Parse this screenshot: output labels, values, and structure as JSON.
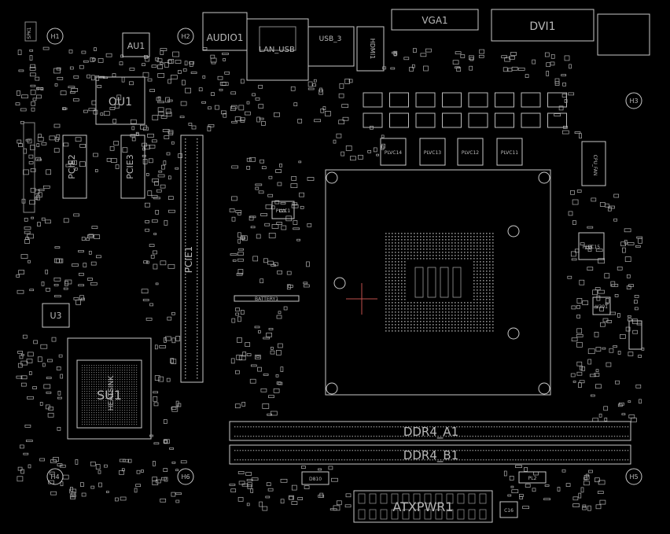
{
  "colors": {
    "background": "#000000",
    "outline": "#c8c8c8",
    "crosshair": "#c0504d"
  },
  "labels": {
    "ou1": "OU1",
    "au1": "AU1",
    "audio1": "AUDIO1",
    "lan_usb": "LAN_USB",
    "usb_3": "USB_3",
    "hdmi1": "HDMI1",
    "vga1": "VGA1",
    "dvi1": "DVI1",
    "pcie1": "PCIE1",
    "pcie2": "PCIE2",
    "pcie3": "PCIE3",
    "u3": "U3",
    "su1": "SU1",
    "heatsink": "HEATSINK",
    "plvc14": "PLVC14",
    "plvc13": "PLVC13",
    "plvc12": "PLVC12",
    "plvc11": "PLVC11",
    "plvc15": "PLVC15",
    "plvc1": "PLVC1",
    "battery1": "BATTERY1",
    "ddr4_a1": "DDR4_A1",
    "ddr4_b1": "DDR4_B1",
    "atxpwr1": "ATXPWR1",
    "h1": "H1",
    "h2": "H2",
    "h3": "H3",
    "h4": "H4",
    "h5": "H5",
    "h6": "H6",
    "spk1": "SPK1",
    "pl2": "PL2",
    "d810": "D810",
    "c16": "C16",
    "u301": "U301",
    "cpu_fan": "CPU_FAN"
  }
}
